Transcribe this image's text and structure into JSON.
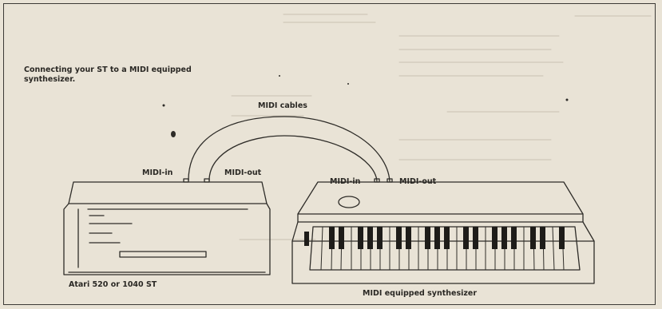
{
  "diagram": {
    "caption": "Connecting your ST to a MIDI equipped synthesizer.",
    "labels": {
      "cables": "MIDI cables",
      "st_in": "MIDI-in",
      "st_out": "MIDI-out",
      "synth_in": "MIDI-in",
      "synth_out": "MIDI-out",
      "computer": "Atari 520 or 1040 ST",
      "synth": "MIDI equipped synthesizer"
    }
  }
}
